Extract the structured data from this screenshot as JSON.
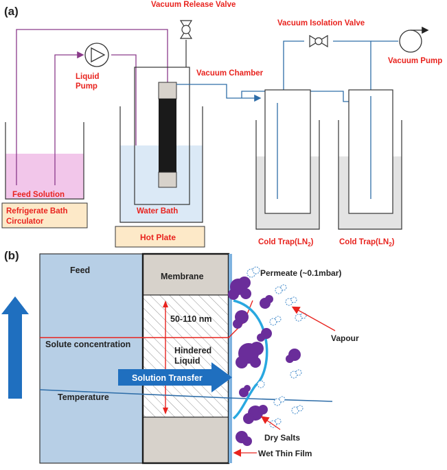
{
  "panel_a": {
    "tag": "(a)",
    "vacuum_release_valve": "Vacuum Release Valve",
    "vacuum_isolation_valve": "Vacuum Isolation Valve",
    "vacuum_pump": "Vacuum Pump",
    "vacuum_chamber": "Vacuum Chamber",
    "liquid_pump_line1": "Liquid",
    "liquid_pump_line2": "Pump",
    "feed_solution": "Feed Solution",
    "refrigerate_line1": "Refrigerate Bath",
    "refrigerate_line2": "Circulator",
    "water_bath": "Water Bath",
    "hot_plate": "Hot Plate",
    "cold_trap_1": "Cold Trap(LN",
    "cold_trap_2": "Cold Trap(LN",
    "cold_trap_sub": "2",
    "cold_trap_close": ")"
  },
  "panel_b": {
    "tag": "(b)",
    "feed": "Feed",
    "membrane": "Membrane",
    "pore_size": "50-110 nm",
    "hindered_line1": "Hindered",
    "hindered_line2": "Liquid",
    "solute_concentration": "Solute concentration",
    "temperature": "Temperature",
    "solution_transfer": "Solution Transfer",
    "permeate": "Permeate (~0.1mbar)",
    "vapour": "Vapour",
    "dry_salts": "Dry Salts",
    "wet_thin_film": "Wet Thin Film"
  },
  "colors": {
    "label_red": "#e8231e",
    "feed_pink": "#f2c6ea",
    "water_blue": "#dbe9f6",
    "tube_purple": "#8a3a8a",
    "tube_blue": "#2e6da8",
    "label_box": "#fde9c8",
    "feed_region": "#b7cfe6",
    "membrane_gray": "#d7d2cb",
    "salt_purple": "#6a2d9a",
    "arrow_blue": "#1f6fbf"
  }
}
